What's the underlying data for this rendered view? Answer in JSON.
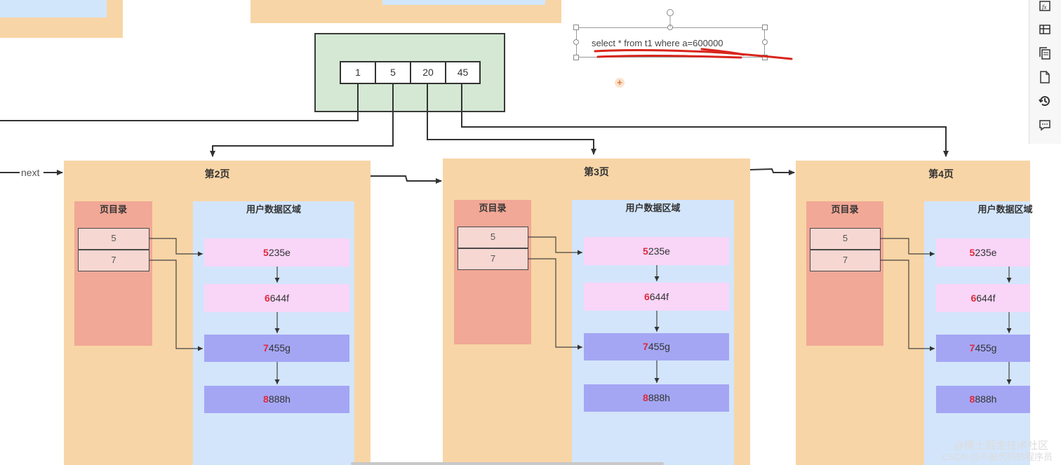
{
  "root_node": {
    "keys": [
      "1",
      "5",
      "20",
      "45"
    ]
  },
  "sql_text": "select * from t1 where a=600000",
  "next_label": "next",
  "add_icon": "+",
  "pages": [
    {
      "title": "第2页",
      "directory_title": "页目录",
      "data_title": "用户数据区域",
      "slots": [
        "5",
        "7"
      ],
      "records": [
        {
          "key": "5",
          "rest": "235e",
          "style": "pink"
        },
        {
          "key": "6",
          "rest": "644f",
          "style": "pink"
        },
        {
          "key": "7",
          "rest": "455g",
          "style": "purple"
        },
        {
          "key": "8",
          "rest": "888h",
          "style": "purple"
        }
      ]
    },
    {
      "title": "第3页",
      "directory_title": "页目录",
      "data_title": "用户数据区域",
      "slots": [
        "5",
        "7"
      ],
      "records": [
        {
          "key": "5",
          "rest": "235e",
          "style": "pink"
        },
        {
          "key": "6",
          "rest": "644f",
          "style": "pink"
        },
        {
          "key": "7",
          "rest": "455g",
          "style": "purple"
        },
        {
          "key": "8",
          "rest": "888h",
          "style": "purple"
        }
      ]
    },
    {
      "title": "第4页",
      "directory_title": "页目录",
      "data_title": "用户数据区域",
      "slots": [
        "5",
        "7"
      ],
      "records": [
        {
          "key": "5",
          "rest": "235e",
          "style": "pink"
        },
        {
          "key": "6",
          "rest": "644f",
          "style": "pink"
        },
        {
          "key": "7",
          "rest": "455g",
          "style": "purple"
        },
        {
          "key": "8",
          "rest": "888h",
          "style": "purple"
        }
      ]
    }
  ],
  "toolbar_icons": [
    "formula-icon",
    "table-icon",
    "copy-icon",
    "page-icon",
    "history-icon",
    "comment-icon"
  ],
  "watermark": {
    "line1": "@稀土掘金技术社区",
    "line2": "CSDN @不敲代码的程序员"
  },
  "colors": {
    "page_bg": "#f8d5a6",
    "directory_bg": "#f1a896",
    "data_area_bg": "#d3e5fb",
    "record_pink": "#f9d5f8",
    "record_purple": "#a4a6f4",
    "root_bg": "#d5e8d4",
    "key_highlight": "#e0283a",
    "annotation_red": "#d8251c"
  }
}
